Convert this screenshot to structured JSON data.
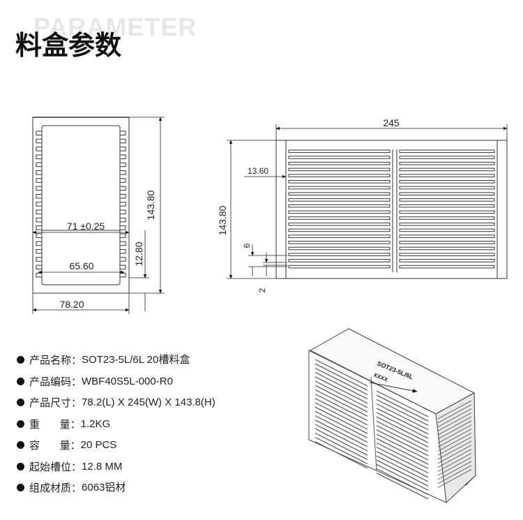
{
  "watermark": "PARAMETER",
  "title": "料盒参数",
  "dimensions": {
    "side_height": "143.80",
    "inner_width": "71 ±0.25",
    "slot_start": "12.80",
    "inner_slot": "65.60",
    "outer_width": "78.20",
    "front_width": "245",
    "front_height": "143.80",
    "rail": "13.60",
    "pitch": "6",
    "gap": "2"
  },
  "box3d": {
    "label_model": "SOT23-5L/6L",
    "label_code": "XXXX"
  },
  "params": [
    {
      "label": "产品名称：",
      "value": "SOT23-5L/6L  20槽料盒"
    },
    {
      "label": "产品编码：",
      "value": "WBF40S5L-000-R0"
    },
    {
      "label": "产品尺寸：",
      "value": "78.2(L) X 245(W) X 143.8(H)"
    },
    {
      "label": "重      量：",
      "value": "1.2KG"
    },
    {
      "label": "容      量：",
      "value": "20 PCS"
    },
    {
      "label": "起始槽位：",
      "value": "12.8 MM"
    },
    {
      "label": "组成材质：",
      "value": "6063铝材"
    }
  ]
}
